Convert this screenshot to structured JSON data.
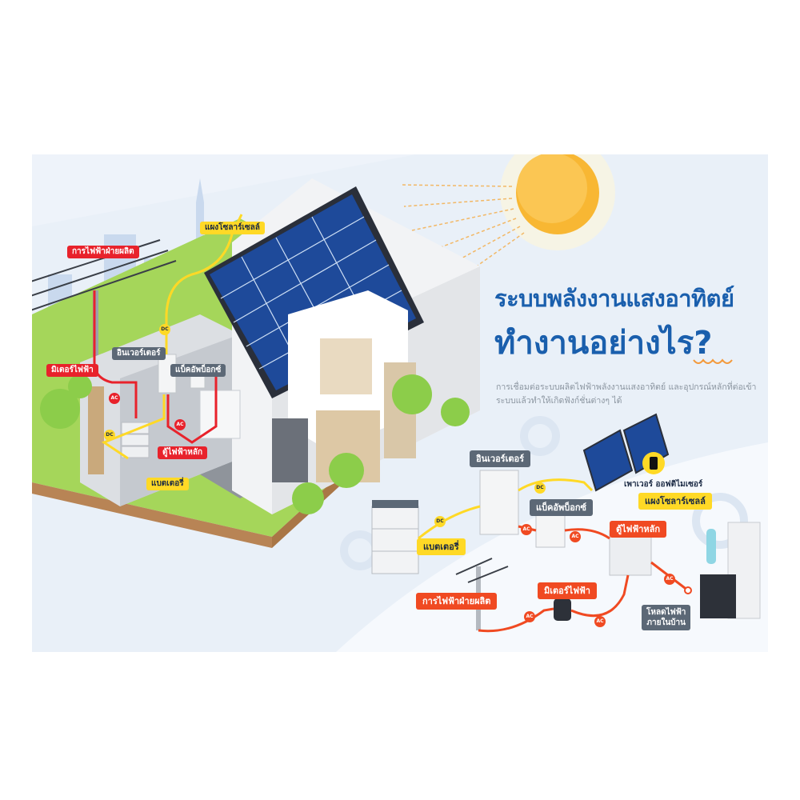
{
  "title": {
    "line1": "ระบบพลังงานแสงอาทิตย์",
    "line2": "ทำงานอย่างไร?"
  },
  "description": "การเชื่อมต่อระบบผลิตไฟฟ้าพลังงานแสงอาทิตย์ และอุปกรณ์หลักที่ต่อเข้าระบบแล้วทำให้เกิดฟังก์ชั่นต่างๆ ได้",
  "house_labels": {
    "grid": "การไฟฟ้าฝ่ายผลิต",
    "meter": "มิเตอร์ไฟฟ้า",
    "solar_panel": "แผงโซลาร์เซลล์",
    "inverter": "อินเวอร์เตอร์",
    "backup_box": "แบ็คอัพบ็อกซ์",
    "main_panel": "ตู้ไฟฟ้าหลัก",
    "battery": "แบตเตอรี่"
  },
  "diagram_labels": {
    "inverter": "อินเวอร์เตอร์",
    "optimizer": "เพาเวอร์ ออฟติไมเซอร์",
    "solar_panel": "แผงโซลาร์เซลล์",
    "backup_box": "แบ็คอัพบ็อกซ์",
    "main_panel": "ตู้ไฟฟ้าหลัก",
    "battery": "แบตเตอรี่",
    "meter": "มิเตอร์ไฟฟ้า",
    "grid": "การไฟฟ้าฝ่ายผลิต",
    "load_line1": "โหลดไฟฟ้า",
    "load_line2": "ภายในบ้าน"
  },
  "current_tags": {
    "ac": "AC",
    "dc": "DC"
  },
  "colors": {
    "title_blue": "#1a5fad",
    "ac_red": "#e8222b",
    "dc_yellow": "#ffd926",
    "label_gray": "#5c6876",
    "sun": "#f8b733",
    "grass": "#a5d65a",
    "panel_blue": "#1e4a9a"
  }
}
